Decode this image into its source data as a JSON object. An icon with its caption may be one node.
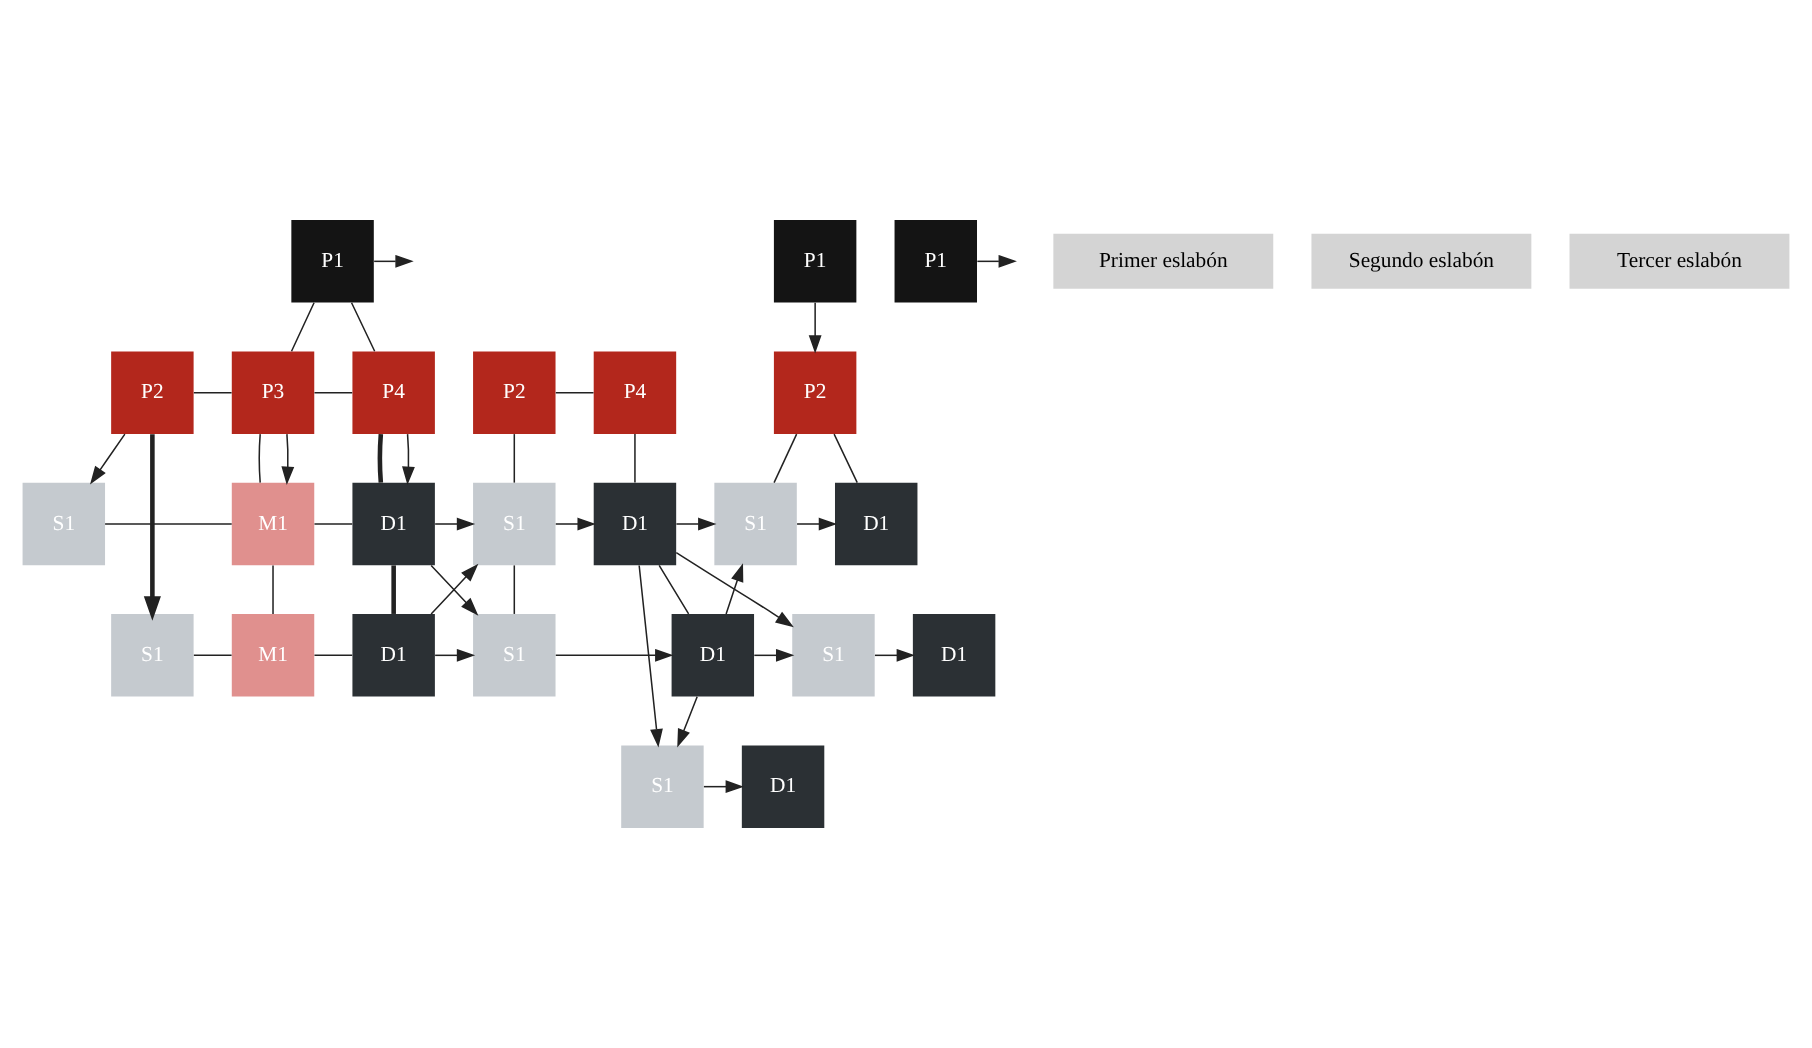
{
  "diagram": {
    "nodes": [
      {
        "text": [
          "P1"
        ]
      },
      {
        "text": [
          "P2"
        ]
      },
      {
        "text": [
          "P3"
        ]
      },
      {
        "text": [
          "P4"
        ]
      },
      {
        "text": [
          "S1"
        ]
      },
      {
        "text": [
          "M1"
        ]
      },
      {
        "text": [
          "D1"
        ]
      },
      {
        "text": [
          "S1"
        ]
      },
      {
        "text": [
          "M1"
        ]
      },
      {
        "text": [
          "D1"
        ]
      },
      {
        "text": [
          "P1"
        ]
      },
      {
        "text": [
          "P2"
        ]
      },
      {
        "text": [
          "P4"
        ]
      },
      {
        "text": [
          "S1"
        ]
      },
      {
        "text": [
          "D1"
        ]
      },
      {
        "text": [
          "S1"
        ]
      },
      {
        "text": [
          "D1"
        ]
      },
      {
        "text": [
          "P1"
        ]
      },
      {
        "text": [
          "P2"
        ]
      },
      {
        "text": [
          "S1"
        ]
      },
      {
        "text": [
          "D1"
        ]
      },
      {
        "text": [
          "S1"
        ]
      },
      {
        "text": [
          "D1"
        ]
      },
      {
        "text": [
          "S1"
        ]
      },
      {
        "text": [
          "D1"
        ]
      },
      {
        "text": [
          "Primer eslabón"
        ]
      },
      {
        "text": [
          "Segundo eslabón"
        ]
      },
      {
        "text": [
          "Tercer eslabón"
        ]
      }
    ],
    "edges": [
      {
        "from": 0,
        "to": null,
        "arrow": "to"
      },
      {
        "from": 0,
        "to": 2,
        "arrow": "none"
      },
      {
        "from": 0,
        "to": 3,
        "arrow": "none"
      },
      {
        "from": 1,
        "to": 2,
        "arrow": "none"
      },
      {
        "from": 2,
        "to": 3,
        "arrow": "none"
      },
      {
        "from": 2,
        "to": 5,
        "arrow": "none"
      },
      {
        "from": 2,
        "to": 5,
        "arrow": "to"
      },
      {
        "from": 3,
        "to": 6,
        "arrow": "none",
        "style": "thick"
      },
      {
        "from": 3,
        "to": 6,
        "arrow": "to"
      },
      {
        "from": 1,
        "to": 4,
        "arrow": "to"
      },
      {
        "from": 1,
        "to": 7,
        "arrow": "to",
        "style": "thick"
      },
      {
        "from": 4,
        "to": 5,
        "arrow": "none"
      },
      {
        "from": 5,
        "to": 6,
        "arrow": "none"
      },
      {
        "from": 7,
        "to": 8,
        "arrow": "none"
      },
      {
        "from": 8,
        "to": 9,
        "arrow": "none"
      },
      {
        "from": 5,
        "to": 8,
        "arrow": "none"
      },
      {
        "from": 6,
        "to": 9,
        "arrow": "none",
        "style": "thick"
      },
      {
        "from": 6,
        "to": 13,
        "arrow": "to"
      },
      {
        "from": 6,
        "to": 15,
        "arrow": "to"
      },
      {
        "from": 9,
        "to": 15,
        "arrow": "to"
      },
      {
        "from": 9,
        "to": 13,
        "arrow": "to"
      },
      {
        "from": 10,
        "to": null,
        "arrow": "to"
      },
      {
        "from": 11,
        "to": 12,
        "arrow": "none"
      },
      {
        "from": 11,
        "to": 13,
        "arrow": "none"
      },
      {
        "from": 12,
        "to": 14,
        "arrow": "none"
      },
      {
        "from": 13,
        "to": 15,
        "arrow": "none"
      },
      {
        "from": 14,
        "to": 16,
        "arrow": "none"
      },
      {
        "from": 13,
        "to": 14,
        "arrow": "to"
      },
      {
        "from": 15,
        "to": 16,
        "arrow": "to"
      },
      {
        "from": 14,
        "to": 19,
        "arrow": "to"
      },
      {
        "from": 14,
        "to": 21,
        "arrow": "to"
      },
      {
        "from": 14,
        "to": 23,
        "arrow": "to"
      },
      {
        "from": 16,
        "to": 19,
        "arrow": "to"
      },
      {
        "from": 16,
        "to": 21,
        "arrow": "to"
      },
      {
        "from": 16,
        "to": 23,
        "arrow": "to"
      },
      {
        "from": 17,
        "to": 18,
        "arrow": "to"
      },
      {
        "from": 18,
        "to": 19,
        "arrow": "none"
      },
      {
        "from": 18,
        "to": 20,
        "arrow": "none"
      },
      {
        "from": 19,
        "to": 20,
        "arrow": "to"
      },
      {
        "from": 21,
        "to": 22,
        "arrow": "to"
      },
      {
        "from": 23,
        "to": 24,
        "arrow": "to"
      }
    ]
  }
}
